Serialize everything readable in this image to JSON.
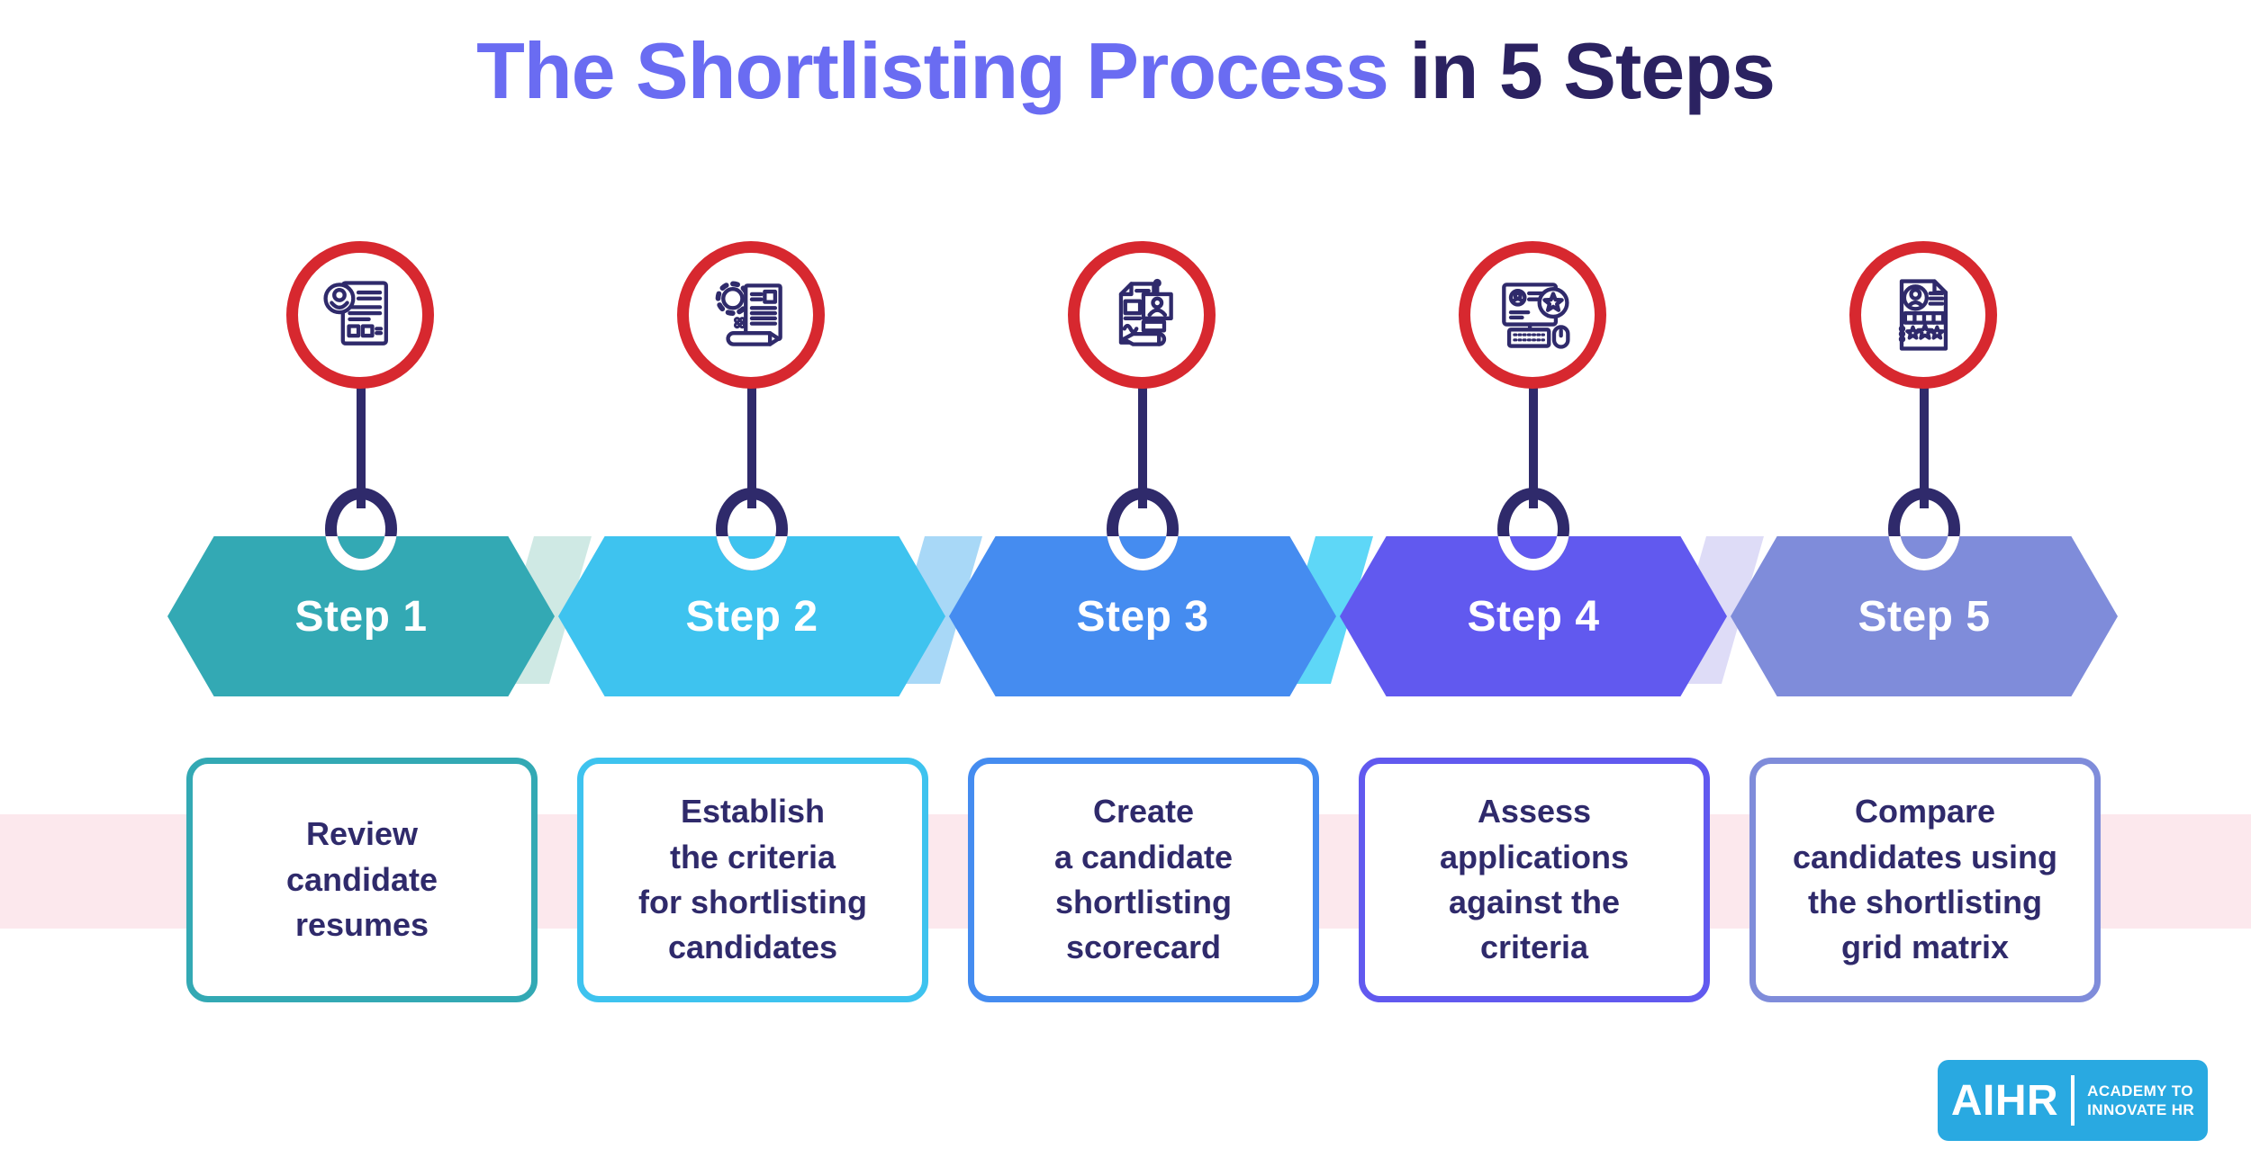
{
  "title": {
    "part1": "The Shortlisting Process",
    "part2": "in 5 Steps"
  },
  "palette": {
    "title_accent": "#6a6cf2",
    "title_dark": "#2b2261",
    "icon_navy": "#2f2a6b",
    "circle_red": "#d7282f",
    "stripe_pink": "#fce8ed",
    "text_navy": "#2f2a6b",
    "logo_blue": "#29a9e1",
    "background": "#ffffff"
  },
  "steps": [
    {
      "label": "Step 1",
      "description": "Review\ncandidate\nresumes",
      "color": "#33a9b4",
      "icon": "resume-review-icon"
    },
    {
      "label": "Step 2",
      "description": "Establish\nthe criteria\nfor shortlisting\ncandidates",
      "color": "#3ec3ef",
      "wedge_color": "#cfe9e4",
      "icon": "criteria-gear-pencil-icon"
    },
    {
      "label": "Step 3",
      "description": "Create\na candidate\nshortlisting\nscorecard",
      "color": "#458cf0",
      "wedge_color": "#a8d8f7",
      "icon": "scorecard-pencil-icon"
    },
    {
      "label": "Step 4",
      "description": "Assess\napplications\nagainst the\ncriteria",
      "color": "#6159ef",
      "wedge_color": "#5ed7f7",
      "icon": "computer-star-icon"
    },
    {
      "label": "Step 5",
      "description": "Compare\ncandidates using\nthe shortlisting\ngrid matrix",
      "color": "#7f8cda",
      "wedge_color": "#dedcf7",
      "icon": "profile-stars-icon"
    }
  ],
  "logo": {
    "name": "AIHR",
    "tagline_line1": "ACADEMY TO",
    "tagline_line2": "INNOVATE HR"
  }
}
